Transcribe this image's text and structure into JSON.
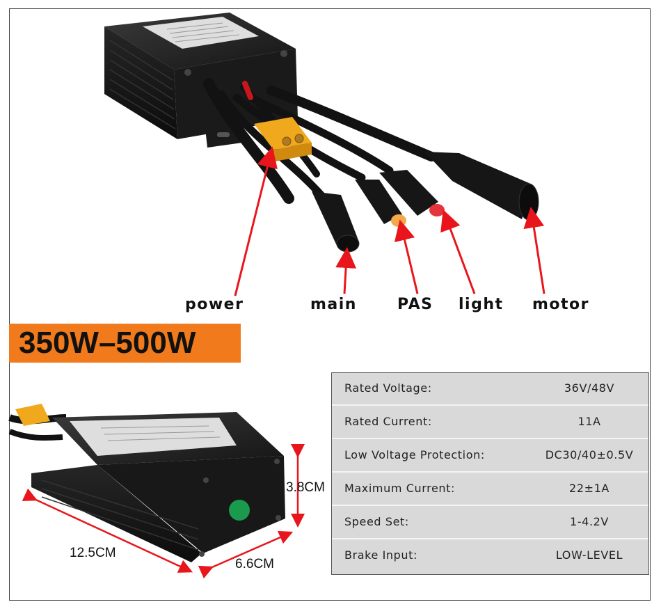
{
  "labels": {
    "power": "power",
    "main": "main",
    "pas": "PAS",
    "light": "light",
    "motor": "motor"
  },
  "banner": {
    "text": "350W–500W",
    "color": "#f07a1c"
  },
  "dimensions": {
    "length": "12.5CM",
    "width": "6.6CM",
    "height": "3.8CM"
  },
  "specs": [
    {
      "key": "Rated Voltage:",
      "value": "36V/48V"
    },
    {
      "key": "Rated Current:",
      "value": "11A"
    },
    {
      "key": "Low Voltage Protection:",
      "value": "DC30/40±0.5V"
    },
    {
      "key": "Maximum Current:",
      "value": "22±1A"
    },
    {
      "key": "Speed Set:",
      "value": "1-4.2V"
    },
    {
      "key": "Brake Input:",
      "value": "LOW-LEVEL"
    }
  ],
  "colors": {
    "arrow": "#e8161c",
    "connector_yellow": "#f0a81c",
    "housing": "#1c1c1c"
  }
}
